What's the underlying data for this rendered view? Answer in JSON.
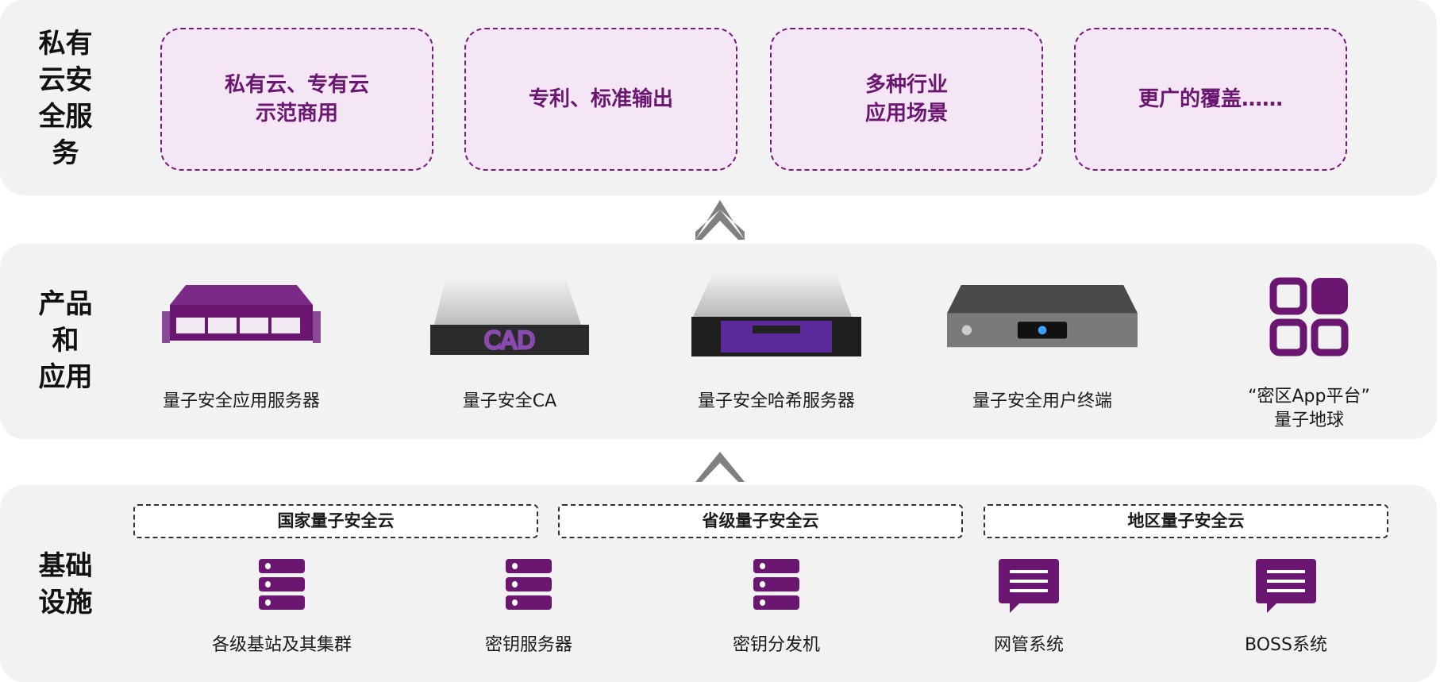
{
  "layers": {
    "top": {
      "title": "私有\n云安\n全服\n务",
      "items": [
        "私有云、专有云\n示范商用",
        "专利、标准输出",
        "多种行业\n应用场景",
        "更广的覆盖……"
      ]
    },
    "middle": {
      "title": "产品\n和\n应用",
      "items": [
        "量子安全应用服务器",
        "量子安全CA",
        "量子安全哈希服务器",
        "量子安全用户终端",
        "“密区App平台”\n量子地球"
      ]
    },
    "bottom": {
      "title": "基础\n设施",
      "clouds": [
        "国家量子安全云",
        "省级量子安全云",
        "地区量子安全云"
      ],
      "items": [
        "各级基站及其集群",
        "密钥服务器",
        "密钥分发机",
        "网管系统",
        "BOSS系统"
      ]
    }
  },
  "colors": {
    "accent": "#6b1670",
    "box_fill": "#f4e6f5",
    "panel": "#f2f2f2",
    "arrow": "#808080"
  }
}
